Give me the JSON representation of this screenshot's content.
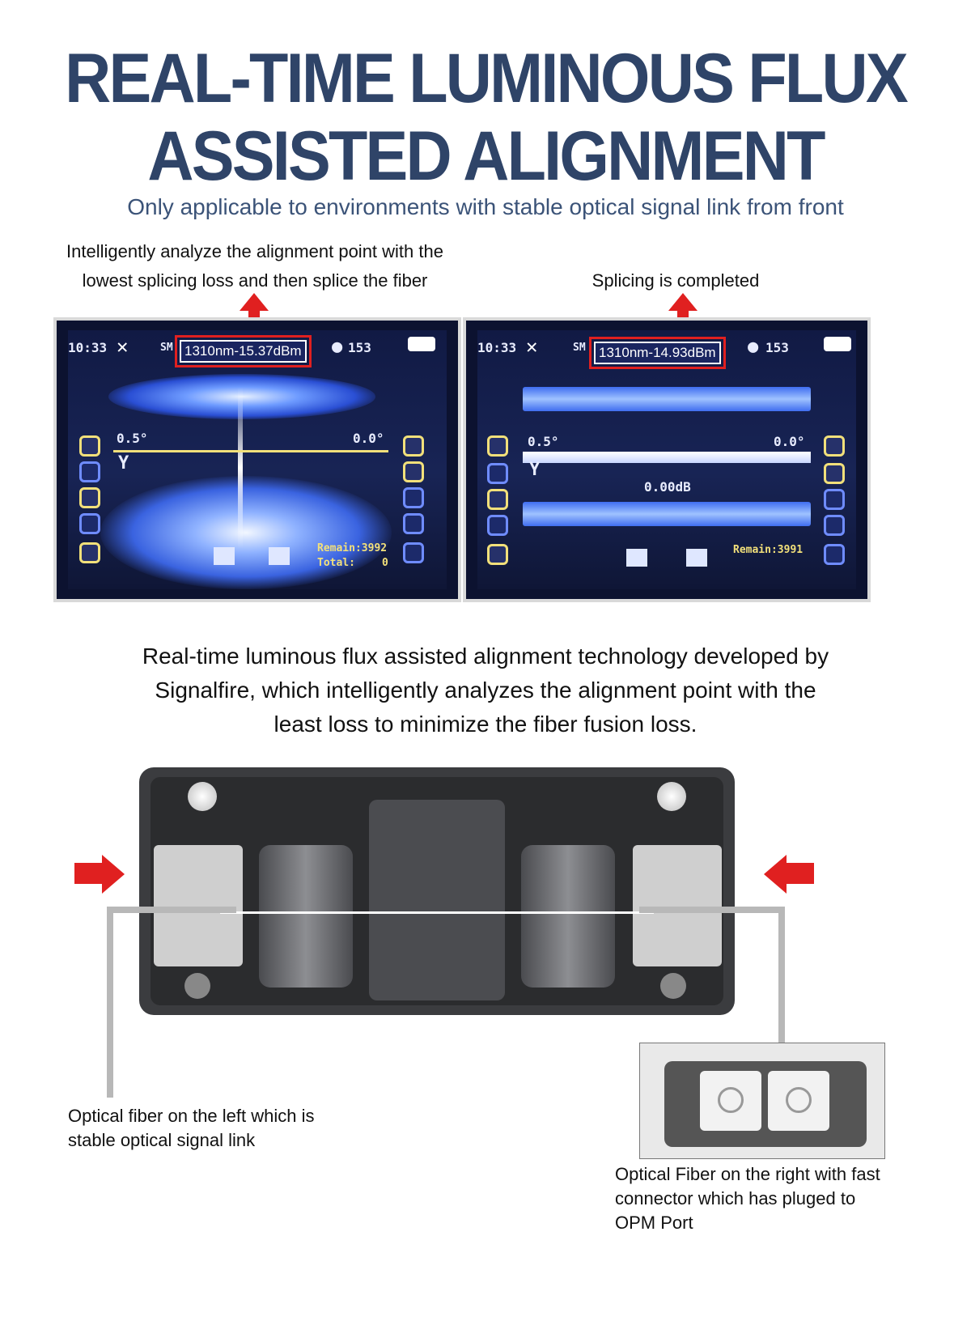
{
  "headline": {
    "line1": "REAL-TIME LUMINOUS FLUX",
    "line2": "ASSISTED ALIGNMENT",
    "subtitle": "Only applicable to environments with stable optical signal link from front"
  },
  "captions": {
    "left_line1": "Intelligently analyze the alignment point with the",
    "left_line2": "lowest splicing loss and then splice the fiber",
    "right": "Splicing is completed"
  },
  "screens": [
    {
      "time": "10:33",
      "mode": "SM",
      "readout": "1310nm-15.37dBm",
      "count": "153",
      "angle_left": "0.5°",
      "angle_right": "0.0°",
      "axis": "Y",
      "remain": "Remain:3992",
      "total": "Total:",
      "total_value": "0"
    },
    {
      "time": "10:33",
      "mode": "SM",
      "readout": "1310nm-14.93dBm",
      "count": "153",
      "angle_left": "0.5°",
      "angle_right": "0.0°",
      "axis": "Y",
      "loss": "0.00dB",
      "remain": "Remain:3991"
    }
  ],
  "description": {
    "line1": "Real-time luminous flux assisted alignment technology developed by",
    "line2": "Signalfire, which intelligently analyzes the alignment point with the",
    "line3": "least loss to minimize the fiber fusion loss."
  },
  "labels": {
    "left_line1": "Optical fiber on the left which is",
    "left_line2": "stable optical signal link",
    "right_line1": "Optical Fiber on the right with fast",
    "right_line2": "connector which has pluged to",
    "right_line3": "OPM Port"
  },
  "colors": {
    "headline": "#2f4468",
    "subtitle": "#3b5378",
    "highlight": "#e02020"
  }
}
